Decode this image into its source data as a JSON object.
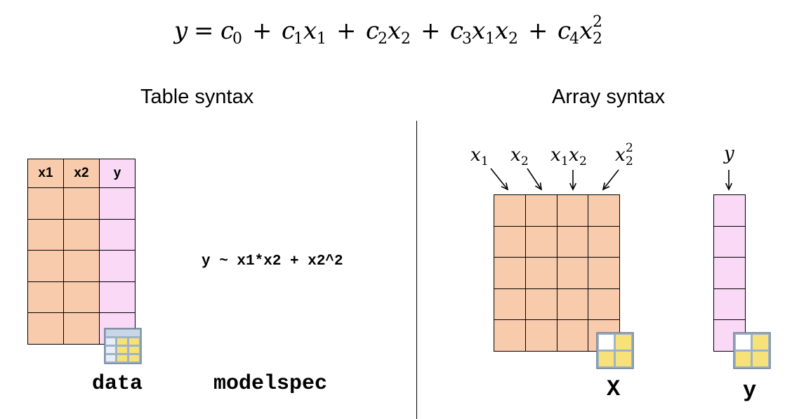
{
  "equation": {
    "lhs": "y",
    "terms": [
      {
        "coef": "c",
        "coef_sub": "0"
      },
      {
        "coef": "c",
        "coef_sub": "1",
        "vars": [
          {
            "v": "x",
            "sub": "1"
          }
        ]
      },
      {
        "coef": "c",
        "coef_sub": "2",
        "vars": [
          {
            "v": "x",
            "sub": "2"
          }
        ]
      },
      {
        "coef": "c",
        "coef_sub": "3",
        "vars": [
          {
            "v": "x",
            "sub": "1"
          },
          {
            "v": "x",
            "sub": "2"
          }
        ]
      },
      {
        "coef": "c",
        "coef_sub": "4",
        "vars": [
          {
            "v": "x",
            "sub": "2",
            "sup": "2"
          }
        ]
      }
    ],
    "equals": "=",
    "plus": "+"
  },
  "left_panel": {
    "heading": "Table syntax",
    "table": {
      "headers": [
        "x1",
        "x2",
        "y"
      ],
      "row_count": 5,
      "column_colors": [
        "#f8cbad",
        "#f8cbad",
        "#f9d9f6"
      ]
    },
    "table_icon": "table-icon",
    "data_label": "data",
    "formula": "y ~ x1*x2 + x2^2",
    "modelspec_label": "modelspec"
  },
  "right_panel": {
    "heading": "Array syntax",
    "x_column_labels": [
      {
        "v": "x",
        "sub": "1"
      },
      {
        "v": "x",
        "sub": "2"
      },
      {
        "v": "x",
        "sub": "1",
        "v2": "x",
        "sub2": "2"
      },
      {
        "v": "x",
        "sub": "2",
        "sup": "2"
      }
    ],
    "y_label": "y",
    "x_matrix": {
      "rows": 5,
      "cols": 4,
      "color": "#f8cbad"
    },
    "y_vector": {
      "rows": 5,
      "color": "#f9d9f6"
    },
    "matrix_icon": "matrix-icon",
    "x_name": "X",
    "y_name": "y"
  }
}
